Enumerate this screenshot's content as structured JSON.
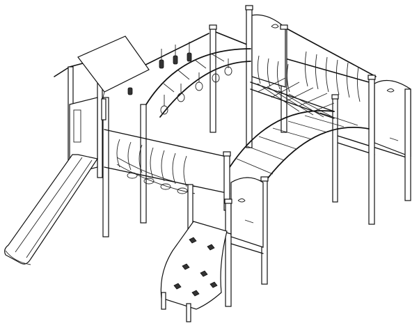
{
  "figure": {
    "type": "line-drawing",
    "background": "#ffffff",
    "stroke_color": "#111111"
  },
  "components": [
    "roof-tower",
    "slide",
    "monkey-bars-arch",
    "hanging-rings",
    "rope-bridge",
    "horizontal-rope-net",
    "climbing-wall",
    "corner-panels"
  ]
}
